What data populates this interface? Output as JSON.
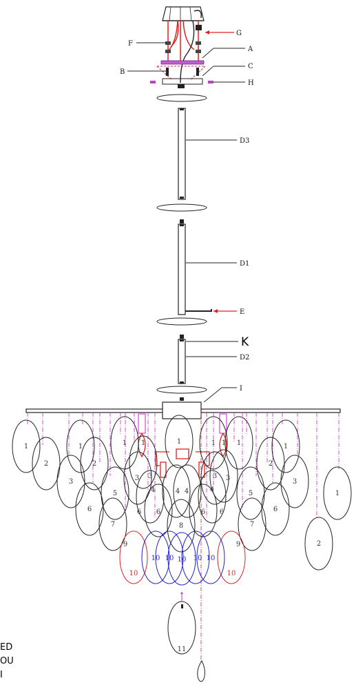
{
  "parts": {
    "A": "A",
    "B": "B",
    "C": "C",
    "D1": "D1",
    "D2": "D2",
    "D3": "D3",
    "E": "E",
    "F": "F",
    "G": "G",
    "H": "H",
    "I": "I",
    "K": "K"
  },
  "drop_numbers": {
    "one": "1",
    "two": "2",
    "three": "3",
    "four": "4",
    "five": "5",
    "six": "6",
    "seven": "7",
    "eight": "8",
    "nine": "9",
    "ten": "10",
    "eleven": "11"
  },
  "cropped_text": {
    "line1": "ED",
    "line2": "OU",
    "line3": "I"
  },
  "colors": {
    "black": "#222222",
    "red": "#e02020",
    "blue": "#2020d0",
    "magenta": "#d020d0",
    "gray": "#555555"
  }
}
